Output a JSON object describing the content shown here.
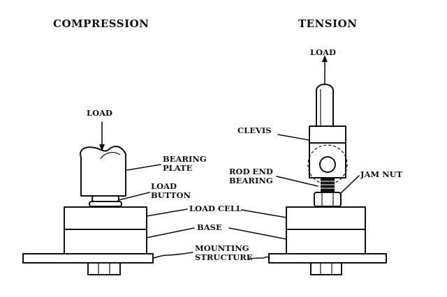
{
  "headings": {
    "compression": "COMPRESSION",
    "tension": "TENSION"
  },
  "labels": {
    "load_left": "LOAD",
    "bearing_plate_1": "BEARING",
    "bearing_plate_2": "PLATE",
    "load_button_1": "LOAD",
    "load_button_2": "BUTTON",
    "load_cell": "LOAD CELL",
    "base": "BASE",
    "mounting_1": "MOUNTING",
    "mounting_2": "STRUCTURE",
    "load_right": "LOAD",
    "clevis": "CLEVIS",
    "rod_end_1": "ROD END",
    "rod_end_2": "BEARING",
    "jam_nut": "JAM NUT"
  }
}
